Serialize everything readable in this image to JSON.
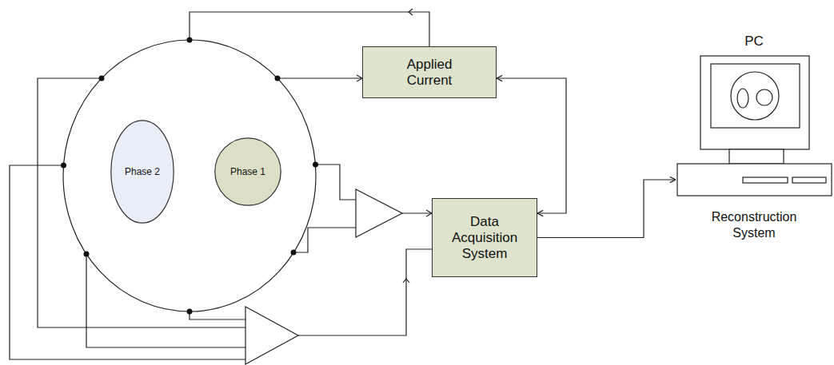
{
  "diagram": {
    "nodes": [
      {
        "text": [
          "Phase 2"
        ]
      },
      {
        "text": [
          "Phase 1"
        ]
      },
      {
        "text": [
          "Applied Current"
        ]
      },
      {
        "text": [
          "Data Acquisition System"
        ]
      },
      {
        "text": [
          "PC",
          "Reconstruction System"
        ]
      }
    ],
    "edges": [
      {
        "from": 2,
        "to": 3,
        "arrow": "both"
      },
      {
        "from": 3,
        "to": 4,
        "arrow": "to"
      }
    ]
  }
}
